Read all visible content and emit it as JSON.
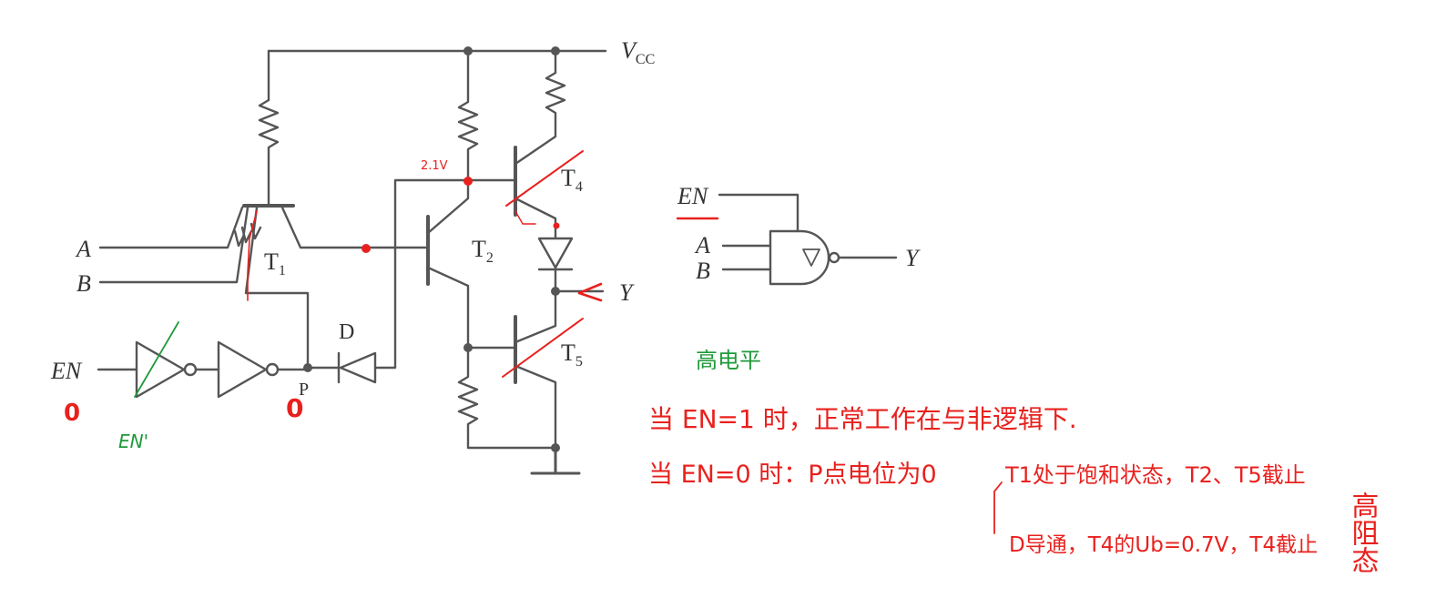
{
  "circuit": {
    "supply_label": "V",
    "supply_sub": "CC",
    "input_a": "A",
    "input_b": "B",
    "input_en": "EN",
    "output_y": "Y",
    "node_p": "P",
    "diode_d": "D",
    "t1": "T",
    "t1_sub": "1",
    "t2": "T",
    "t2_sub": "2",
    "t4": "T",
    "t4_sub": "4",
    "t5": "T",
    "t5_sub": "5"
  },
  "symbol": {
    "en": "EN",
    "a": "A",
    "b": "B",
    "y": "Y",
    "en_bar_mark": "-"
  },
  "annotations": {
    "en_zero": "0",
    "p_zero": "0",
    "en_prime": "EN'",
    "node_voltage": "2.1V",
    "high_level": "高电平",
    "line1": "当 EN=1 时，正常工作在与非逻辑下.",
    "line2_a": "当 EN=0 时：P点电位为0",
    "line2_b": "T1处于饱和状态，T2、T5截止",
    "line3": "D导通，T4的Ub=0.7V，T4截止",
    "high_z": "高阻态",
    "colors": {
      "red": "#e8211e",
      "green": "#1f9a3a",
      "ink": "#555555"
    }
  }
}
